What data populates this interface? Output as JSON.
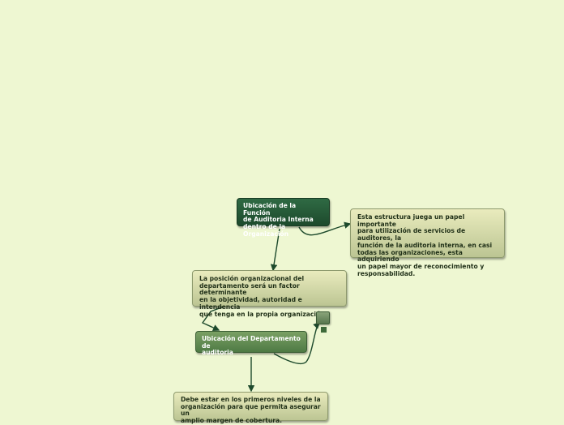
{
  "nodes": {
    "central": "Ubicación de la Función\nde Auditoria Interna\ndentro de la Organización",
    "estructura": "Esta estructura juega un papel importante\npara utilización de servicios de auditores, la\nfunción de la auditoria interna, en casi\ntodas las organizaciones, esta adquiriendo\nun papel mayor de reconocimiento y\nresponsabilidad.",
    "posicion": "La posición organizacional del\ndepartamento será un factor determinante\nen la objetividad, autoridad e intendencia\nque tenga en la propia organización.",
    "ubicacion_departamento": "Ubicación del Departamento de\nauditoria",
    "niveles": "Debe estar en los primeros niveles de la\norganización para que permita asegurar un\namplio margen de cobertura."
  },
  "colors": {
    "background": "#eef7d2",
    "connector": "#1d4a2c"
  },
  "icons": {
    "collapsed_topic": "topic-placeholder-icon",
    "count_badge": "count-badge-icon"
  }
}
